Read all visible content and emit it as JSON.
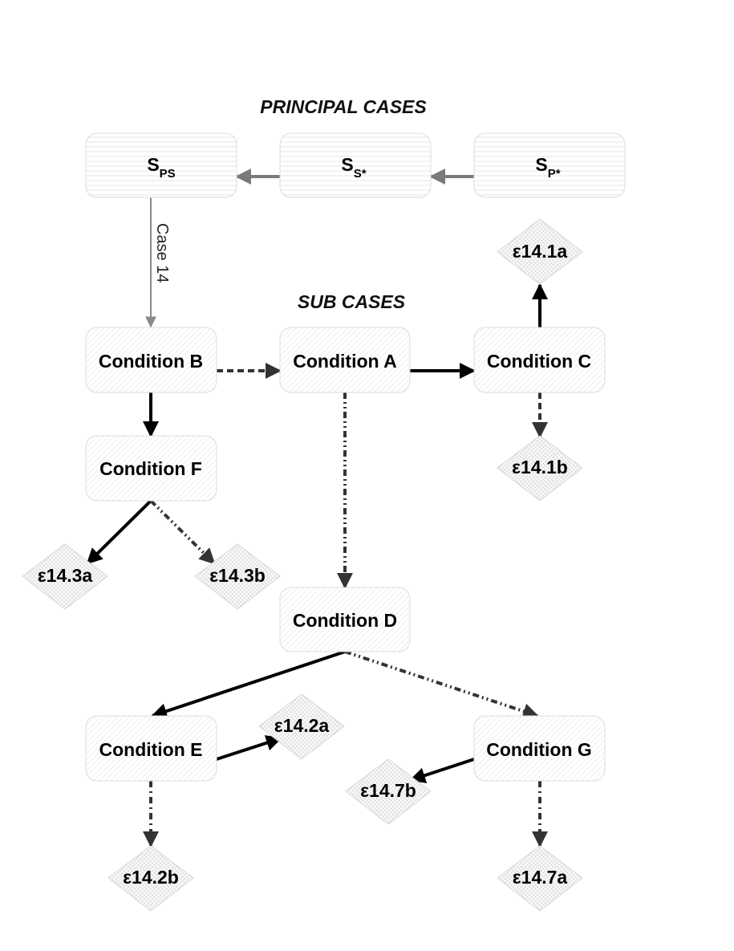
{
  "headings": {
    "principal": "PRINCIPAL CASES",
    "sub": "SUB CASES"
  },
  "states": {
    "sps": {
      "main": "S",
      "sub": "PS"
    },
    "ss": {
      "main": "S",
      "sub": "S*"
    },
    "sp": {
      "main": "S",
      "sub": "P*"
    }
  },
  "edge_label": "Case 14",
  "conditions": {
    "a": "Condition A",
    "b": "Condition B",
    "c": "Condition C",
    "d": "Condition D",
    "e": "Condition E",
    "f": "Condition F",
    "g": "Condition G"
  },
  "outcomes": {
    "e141a": "ε14.1a",
    "e141b": "ε14.1b",
    "e142a": "ε14.2a",
    "e142b": "ε14.2b",
    "e143a": "ε14.3a",
    "e143b": "ε14.3b",
    "e147a": "ε14.7a",
    "e147b": "ε14.7b"
  }
}
